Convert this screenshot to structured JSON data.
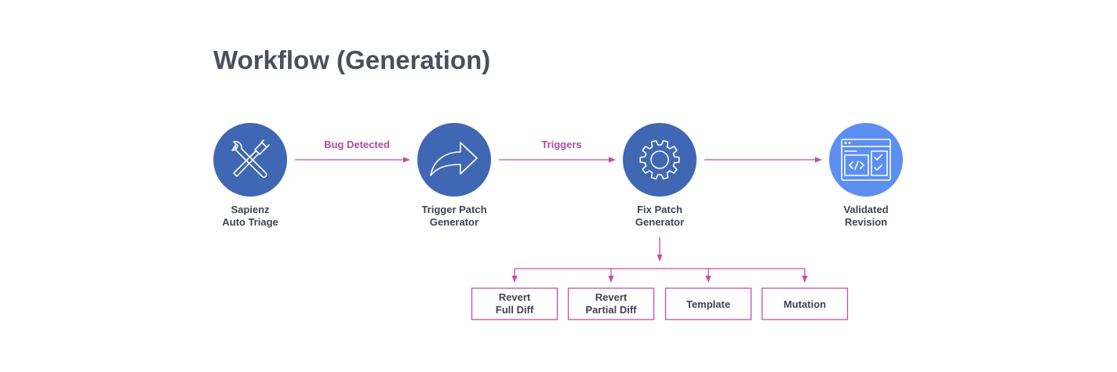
{
  "title": "Workflow (Generation)",
  "colors": {
    "node_dark": "#3f67b3",
    "node_light": "#5c8ff0",
    "edge": "#c24ea6",
    "edge_label": "#b04c9c",
    "text": "#3e4350"
  },
  "nodes": [
    {
      "id": "sapienz",
      "icon": "tools-icon",
      "label_lines": [
        "Sapienz",
        "Auto Triage"
      ]
    },
    {
      "id": "trigger",
      "icon": "share-arrow-icon",
      "label_lines": [
        "Trigger Patch",
        "Generator"
      ]
    },
    {
      "id": "fix",
      "icon": "gear-icon",
      "label_lines": [
        "Fix Patch",
        "Generator"
      ]
    },
    {
      "id": "validated",
      "icon": "code-window-icon",
      "label_lines": [
        "Validated",
        "Revision"
      ]
    }
  ],
  "edges": [
    {
      "from": "sapienz",
      "to": "trigger",
      "label": "Bug Detected"
    },
    {
      "from": "trigger",
      "to": "fix",
      "label": "Triggers"
    },
    {
      "from": "fix",
      "to": "validated",
      "label": ""
    }
  ],
  "strategies": [
    {
      "id": "revert-full",
      "label_lines": [
        "Revert",
        "Full Diff"
      ]
    },
    {
      "id": "revert-partial",
      "label_lines": [
        "Revert",
        "Partial Diff"
      ]
    },
    {
      "id": "template",
      "label_lines": [
        "Template"
      ]
    },
    {
      "id": "mutation",
      "label_lines": [
        "Mutation"
      ]
    }
  ]
}
